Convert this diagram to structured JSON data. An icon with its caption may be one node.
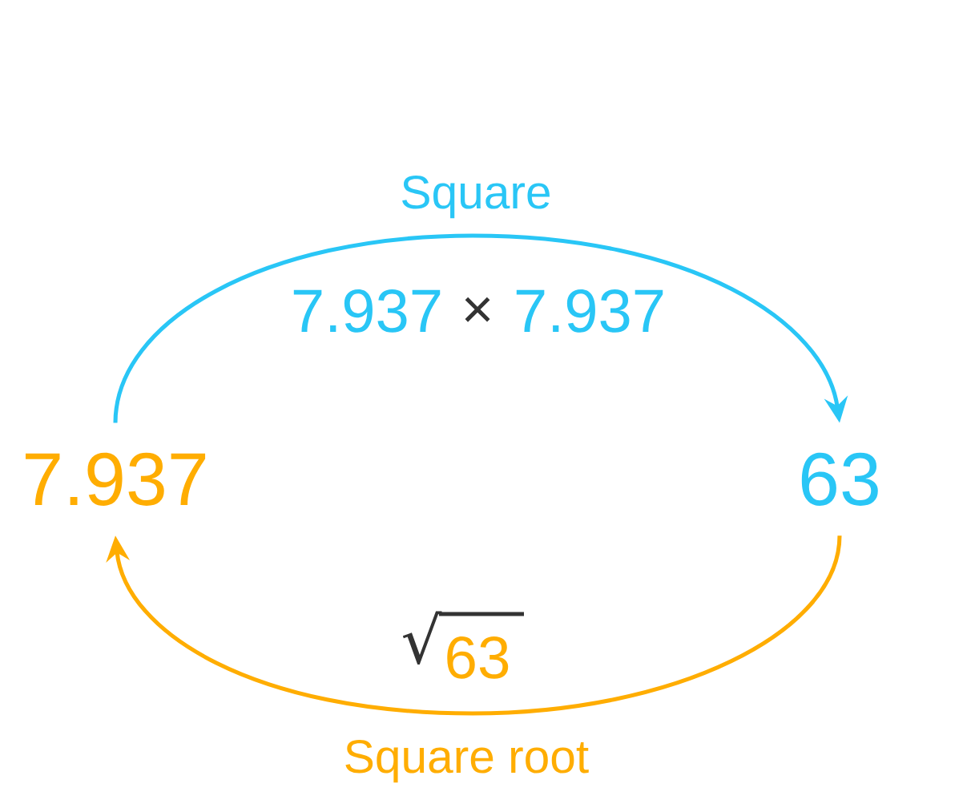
{
  "diagram": {
    "nodes": [
      {
        "text": [
          "7.937"
        ]
      },
      {
        "text": [
          "63"
        ]
      }
    ],
    "edges": [
      {
        "from": 0,
        "to": 1,
        "arrow": "to",
        "label": "Square",
        "color": "#29c6f6"
      },
      {
        "from": 1,
        "to": 0,
        "arrow": "to",
        "label": "Square root",
        "color": "#ffad01"
      }
    ],
    "labels": [
      "7.937",
      "×",
      "7.937",
      "√",
      "63"
    ]
  }
}
